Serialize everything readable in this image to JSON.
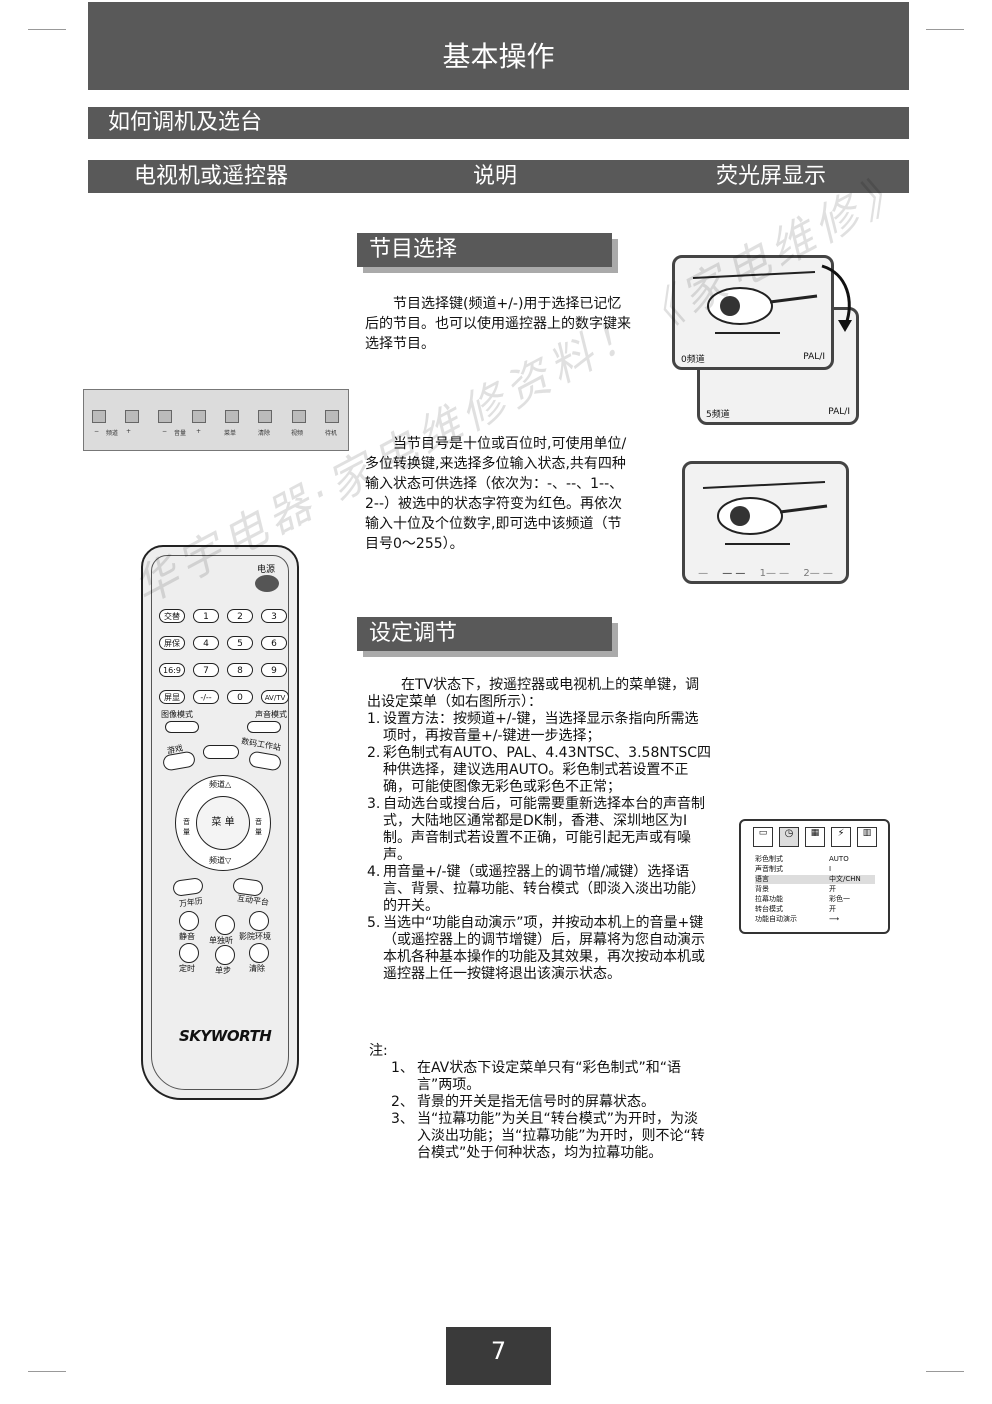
{
  "page": {
    "title": "基本操作",
    "subtitle": "如何调机及选台",
    "columns": [
      "电视机或遥控器",
      "说明",
      "荧光屏显示"
    ],
    "page_number": "7"
  },
  "section1": {
    "heading": "节目选择",
    "para1": "节目选择键(频道+/-)用于选择已记忆后的节目。也可以使用遥控器上的数字键来选择节目。",
    "para2": "当节目号是十位或百位时,可使用单位/多位转换键,来选择多位输入状态,共有四种输入状态可供选择（依次为：-、--、1--、2--）被选中的状态字符变为红色。再依次输入十位及个位数字,即可选中该频道（节目号0～255）。"
  },
  "section2": {
    "heading": "设定调节",
    "intro": "在TV状态下，按遥控器或电视机上的菜单键，调出设定菜单（如右图所示）：",
    "items": [
      {
        "n": "1.",
        "text": "设置方法：按频道+/-键，当选择显示条指向所需选项时，再按音量+/-键进一步选择；"
      },
      {
        "n": "2.",
        "text": "彩色制式有AUTO、PAL、4.43NTSC、3.58NTSC四种供选择，建议选用AUTO。彩色制式若设置不正确，可能使图像无彩色或彩色不正常；"
      },
      {
        "n": "3.",
        "text": "自动选台或搜台后，可能需要重新选择本台的声音制式，大陆地区通常都是DK制，香港、深圳地区为I制。声音制式若设置不正确，可能引起无声或有噪声。"
      },
      {
        "n": "4.",
        "text": "用音量+/-键（或遥控器上的调节增/减键）选择语言、背景、拉幕功能、转台模式（即淡入淡出功能）的开关。"
      },
      {
        "n": "5.",
        "text": "当选中“功能自动演示”项，并按动本机上的音量+键（或遥控器上的调节增键）后，屏幕将为您自动演示本机各种基本操作的功能及其效果，再次按动本机或遥控器上任一按键将退出该演示状态。"
      }
    ],
    "note_label": "注:",
    "notes": [
      {
        "n": "1、",
        "text": "在AV状态下设定菜单只有“彩色制式”和“语言”两项。"
      },
      {
        "n": "2、",
        "text": "背景的开关是指无信号时的屏幕状态。"
      },
      {
        "n": "3、",
        "text": "当“拉幕功能”为关且“转台模式”为开时，为淡入淡出功能；当“拉幕功能”为开时，则不论“转台模式”处于何种状态，均为拉幕功能。"
      }
    ]
  },
  "front_panel": {
    "labels": [
      "−",
      "频道",
      "+",
      "−",
      "音量",
      "+",
      "菜单",
      "清除",
      "视频",
      "待机"
    ]
  },
  "remote": {
    "power": "电源",
    "row1": [
      "交替",
      "1",
      "2",
      "3"
    ],
    "row2": [
      "屏保",
      "4",
      "5",
      "6"
    ],
    "row3": [
      "16:9",
      "7",
      "8",
      "9"
    ],
    "row4": [
      "屏显",
      "-/--",
      "0",
      "AV/TV"
    ],
    "picture_mode": "图像模式",
    "sound_mode": "声音模式",
    "game": "游戏",
    "digital": "数码工作站",
    "ch_up": "频道△",
    "ch_down": "频道▽",
    "vol_left": "音量",
    "vol_right": "音量",
    "menu": "菜 单",
    "calendar": "万年历",
    "interactive": "互动平台",
    "mute": "静音",
    "single": "单独听",
    "cinema": "影院环境",
    "timer": "定时",
    "single2": "单步",
    "clear": "清除",
    "brand": "SKYWORTH"
  },
  "screens": {
    "tv1_channel": "0频道",
    "tv1_system": "PAL/I",
    "tv2_channel": "5频道",
    "tv2_system": "PAL/I",
    "tv3_states": [
      "—",
      "— —",
      "1— —",
      "2— —"
    ]
  },
  "menu_screen": {
    "rows": [
      {
        "label": "彩色制式",
        "value": "AUTO"
      },
      {
        "label": "声音制式",
        "value": "I"
      },
      {
        "label": "语言",
        "value": "中文/CHN"
      },
      {
        "label": "背景",
        "value": "开"
      },
      {
        "label": "拉幕功能",
        "value": "彩色一"
      },
      {
        "label": "转台模式",
        "value": "开"
      },
      {
        "label": "功能自动演示",
        "value": "⟶"
      }
    ]
  },
  "watermark": "华宇电器·家电维修资料！《家电维修》"
}
